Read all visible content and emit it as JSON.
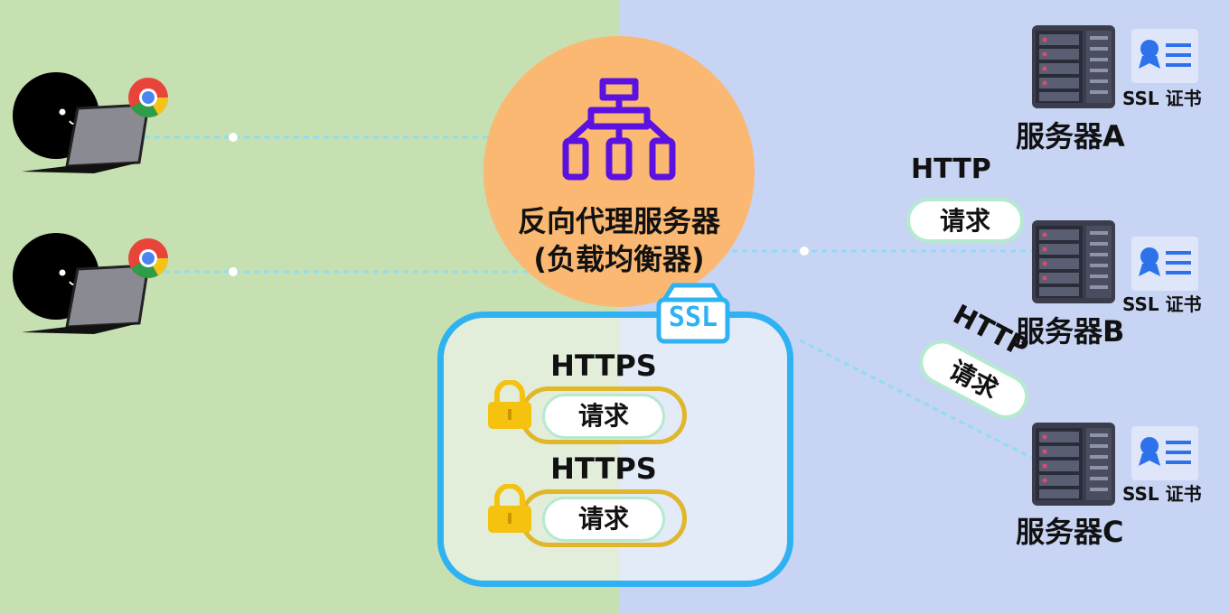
{
  "proxy": {
    "title": "反向代理服务器",
    "subtitle": "(负载均衡器)"
  },
  "ssl_badge": "SSL",
  "https_requests": [
    {
      "protocol": "HTTPS",
      "label": "请求"
    },
    {
      "protocol": "HTTPS",
      "label": "请求"
    }
  ],
  "http_requests": [
    {
      "protocol": "HTTP",
      "label": "请求"
    },
    {
      "protocol": "HTTP",
      "label": "请求"
    }
  ],
  "servers": [
    {
      "name": "服务器A",
      "cert": "SSL 证书"
    },
    {
      "name": "服务器B",
      "cert": "SSL 证书"
    },
    {
      "name": "服务器C",
      "cert": "SSL 证书"
    }
  ],
  "colors": {
    "left_bg": "#c6e0b2",
    "right_bg": "#c8d4f4",
    "proxy": "#fbb872",
    "proxy_icon": "#5b12e0",
    "ssl_border": "#2fb2f2",
    "lock": "#f4c20f",
    "link": "#7fd6f4"
  },
  "icons": [
    "user-avatar-icon",
    "laptop-icon",
    "chrome-icon",
    "network-hierarchy-icon",
    "ssl-box-icon",
    "lock-icon",
    "server-rack-icon",
    "certificate-icon"
  ]
}
